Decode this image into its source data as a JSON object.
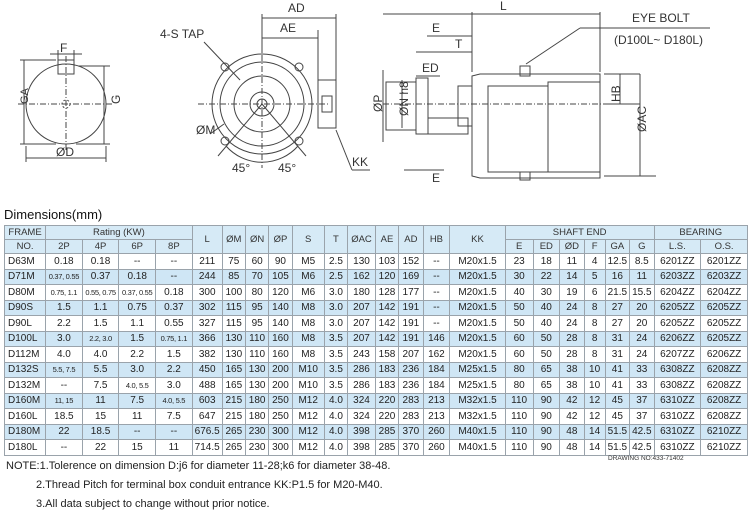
{
  "drawing": {
    "labels": {
      "f": "F",
      "ga": "GA",
      "g": "G",
      "d": "ØD",
      "tap": "4-S TAP",
      "ad": "AD",
      "ae": "AE",
      "m": "ØM",
      "angle_left": "45°",
      "angle_right": "45°",
      "kk": "KK",
      "l": "L",
      "e_top": "E",
      "t": "T",
      "ed": "ED",
      "p": "ØP",
      "nh8": "ØN h8",
      "e_bottom": "E",
      "hb": "HB",
      "ac": "ØAC",
      "eyebolt": "EYE BOLT",
      "eyebolt_range": "(D100L~ D180L)"
    }
  },
  "dimensions_title": "Dimensions(mm)",
  "table": {
    "header": {
      "frame": "FRAME",
      "frame_no": "NO.",
      "rating": "Rating (KW)",
      "poles": [
        "2P",
        "4P",
        "6P",
        "8P"
      ],
      "cols": [
        "L",
        "ØM",
        "ØN",
        "ØP",
        "S",
        "T",
        "ØAC",
        "AE",
        "AD",
        "HB",
        "KK"
      ],
      "shaft_end": "SHAFT END",
      "shaft_cols": [
        "E",
        "ED",
        "ØD",
        "F",
        "GA",
        "G"
      ],
      "bearing": "BEARING",
      "bearing_cols": [
        "L.S.",
        "O.S."
      ]
    },
    "rows": [
      {
        "hl": false,
        "cells": [
          "D63M",
          "0.18",
          "0.18",
          "--",
          "--",
          "211",
          "75",
          "60",
          "90",
          "M5",
          "2.5",
          "130",
          "103",
          "152",
          "--",
          "M20x1.5",
          "23",
          "18",
          "11",
          "4",
          "12.5",
          "8.5",
          "6201ZZ",
          "6201ZZ"
        ]
      },
      {
        "hl": true,
        "cells": [
          "D71M",
          "0.37, 0.55",
          "0.37",
          "0.18",
          "--",
          "244",
          "85",
          "70",
          "105",
          "M6",
          "2.5",
          "162",
          "120",
          "169",
          "--",
          "M20x1.5",
          "30",
          "22",
          "14",
          "5",
          "16",
          "11",
          "6203ZZ",
          "6203ZZ"
        ]
      },
      {
        "hl": false,
        "cells": [
          "D80M",
          "0.75, 1.1",
          "0.55, 0.75",
          "0.37, 0.55",
          "0.18",
          "300",
          "100",
          "80",
          "120",
          "M6",
          "3.0",
          "180",
          "128",
          "177",
          "--",
          "M20x1.5",
          "40",
          "30",
          "19",
          "6",
          "21.5",
          "15.5",
          "6204ZZ",
          "6204ZZ"
        ]
      },
      {
        "hl": true,
        "cells": [
          "D90S",
          "1.5",
          "1.1",
          "0.75",
          "0.37",
          "302",
          "115",
          "95",
          "140",
          "M8",
          "3.0",
          "207",
          "142",
          "191",
          "--",
          "M20x1.5",
          "50",
          "40",
          "24",
          "8",
          "27",
          "20",
          "6205ZZ",
          "6205ZZ"
        ]
      },
      {
        "hl": false,
        "cells": [
          "D90L",
          "2.2",
          "1.5",
          "1.1",
          "0.55",
          "327",
          "115",
          "95",
          "140",
          "M8",
          "3.0",
          "207",
          "142",
          "191",
          "--",
          "M20x1.5",
          "50",
          "40",
          "24",
          "8",
          "27",
          "20",
          "6205ZZ",
          "6205ZZ"
        ]
      },
      {
        "hl": true,
        "cells": [
          "D100L",
          "3.0",
          "2.2, 3.0",
          "1.5",
          "0.75, 1.1",
          "366",
          "130",
          "110",
          "160",
          "M8",
          "3.5",
          "207",
          "142",
          "191",
          "146",
          "M20x1.5",
          "60",
          "50",
          "28",
          "8",
          "31",
          "24",
          "6206ZZ",
          "6205ZZ"
        ]
      },
      {
        "hl": false,
        "cells": [
          "D112M",
          "4.0",
          "4.0",
          "2.2",
          "1.5",
          "382",
          "130",
          "110",
          "160",
          "M8",
          "3.5",
          "243",
          "158",
          "207",
          "162",
          "M20x1.5",
          "60",
          "50",
          "28",
          "8",
          "31",
          "24",
          "6207ZZ",
          "6206ZZ"
        ]
      },
      {
        "hl": true,
        "cells": [
          "D132S",
          "5.5, 7.5",
          "5.5",
          "3.0",
          "2.2",
          "450",
          "165",
          "130",
          "200",
          "M10",
          "3.5",
          "286",
          "183",
          "236",
          "184",
          "M25x1.5",
          "80",
          "65",
          "38",
          "10",
          "41",
          "33",
          "6308ZZ",
          "6208ZZ"
        ]
      },
      {
        "hl": false,
        "cells": [
          "D132M",
          "--",
          "7.5",
          "4.0, 5.5",
          "3.0",
          "488",
          "165",
          "130",
          "200",
          "M10",
          "3.5",
          "286",
          "183",
          "236",
          "184",
          "M25x1.5",
          "80",
          "65",
          "38",
          "10",
          "41",
          "33",
          "6308ZZ",
          "6208ZZ"
        ]
      },
      {
        "hl": true,
        "cells": [
          "D160M",
          "11, 15",
          "11",
          "7.5",
          "4.0, 5.5",
          "603",
          "215",
          "180",
          "250",
          "M12",
          "4.0",
          "324",
          "220",
          "283",
          "213",
          "M32x1.5",
          "110",
          "90",
          "42",
          "12",
          "45",
          "37",
          "6310ZZ",
          "6208ZZ"
        ]
      },
      {
        "hl": false,
        "cells": [
          "D160L",
          "18.5",
          "15",
          "11",
          "7.5",
          "647",
          "215",
          "180",
          "250",
          "M12",
          "4.0",
          "324",
          "220",
          "283",
          "213",
          "M32x1.5",
          "110",
          "90",
          "42",
          "12",
          "45",
          "37",
          "6310ZZ",
          "6208ZZ"
        ]
      },
      {
        "hl": true,
        "cells": [
          "D180M",
          "22",
          "18.5",
          "--",
          "--",
          "676.5",
          "265",
          "230",
          "300",
          "M12",
          "4.0",
          "398",
          "285",
          "370",
          "260",
          "M40x1.5",
          "110",
          "90",
          "48",
          "14",
          "51.5",
          "42.5",
          "6310ZZ",
          "6210ZZ"
        ]
      },
      {
        "hl": false,
        "cells": [
          "D180L",
          "--",
          "22",
          "15",
          "11",
          "714.5",
          "265",
          "230",
          "300",
          "M12",
          "4.0",
          "398",
          "285",
          "370",
          "260",
          "M40x1.5",
          "110",
          "90",
          "48",
          "14",
          "51.5",
          "42.5",
          "6310ZZ",
          "6210ZZ"
        ]
      }
    ]
  },
  "drawing_no": "DRAWING NO:433-71402",
  "notes": {
    "note1": "NOTE:1.Tolerence on dimension D:j6 for diameter 11-28;k6 for diameter 38-48.",
    "note2": "2.Thread Pitch for terminal box conduit entrance KK:P1.5 for M20-M40.",
    "note3": "3.All data subject to change without prior notice."
  }
}
